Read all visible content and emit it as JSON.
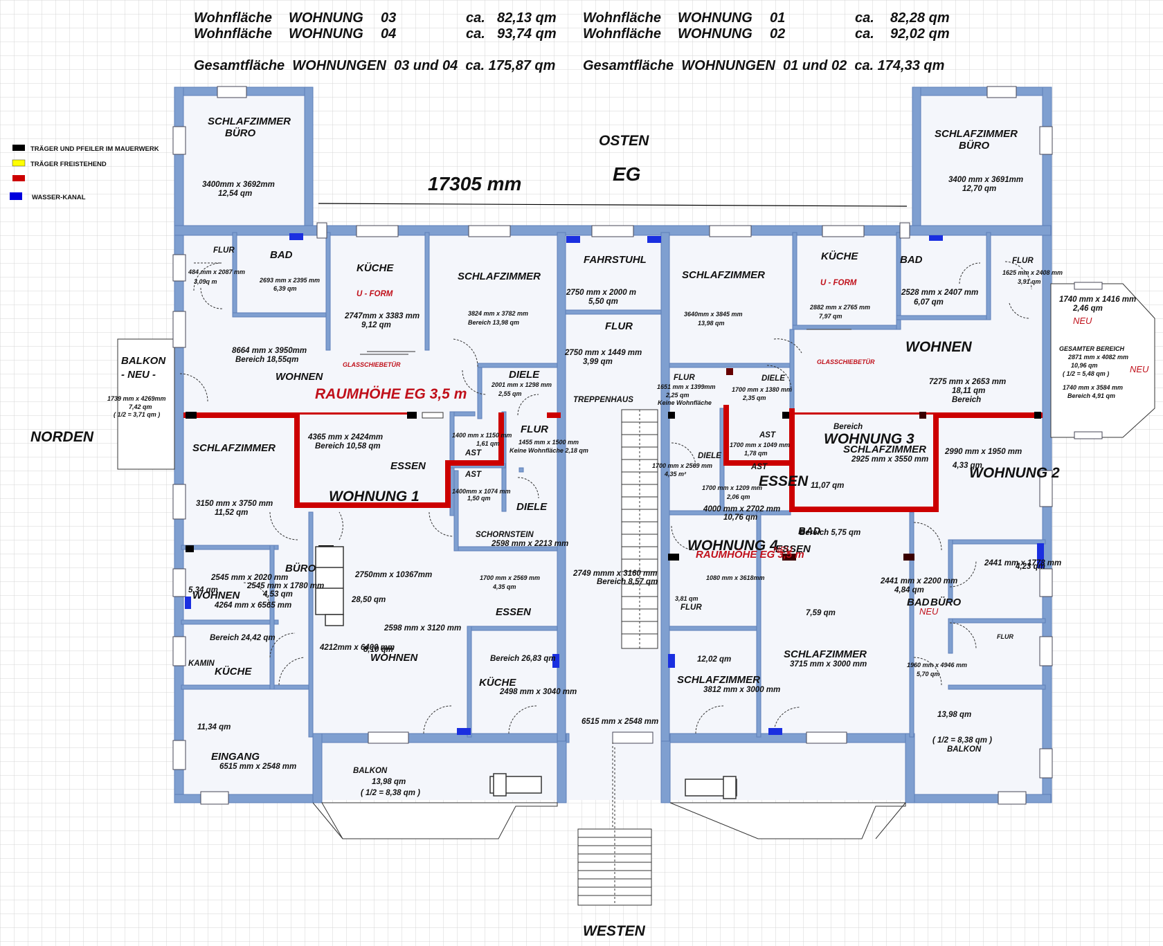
{
  "header": {
    "row1_left": [
      "Wohnfläche",
      "WOHNUNG",
      "03",
      "ca.",
      "82,13 qm"
    ],
    "row2_left": [
      "Wohnfläche",
      "WOHNUNG",
      "04",
      "ca.",
      "93,74 qm"
    ],
    "row1_right": [
      "Wohnfläche",
      "WOHNUNG",
      "01",
      "ca.",
      "82,28 qm"
    ],
    "row2_right": [
      "Wohnfläche",
      "WOHNUNG",
      "02",
      "ca.",
      "92,02 qm"
    ],
    "total_left": "Gesamtfläche  WOHNUNGEN  03 und 04  ca. 175,87 qm",
    "total_right": "Gesamtfläche  WOHNUNGEN  01 und 02  ca. 174,33 qm"
  },
  "compass": {
    "east": "OSTEN",
    "west": "WESTEN",
    "north": "NORDEN",
    "floor": "EG",
    "width": "17305 mm"
  },
  "legend": [
    {
      "label": "TRÄGER UND PFEILER IM MAUERWERK",
      "color": "#000000"
    },
    {
      "label": "TRÄGER FREISTEHEND",
      "color": "#ffff00"
    },
    {
      "label": "",
      "color": "#cc0000"
    },
    {
      "label": "WASSER-KANAL",
      "color": "#0000dd"
    }
  ],
  "colors": {
    "wall": "#7f9fd0",
    "beam_red": "#cc0000",
    "water": "#1a2fe0",
    "grid": "#d6d6d6"
  },
  "labels": [
    {
      "t": "SCHLAFZIMMER",
      "c": "room"
    },
    {
      "t": "BÜRO",
      "c": "room"
    },
    {
      "t": "3400mm x 3692mm",
      "c": "dim"
    },
    {
      "t": "12,54 qm",
      "c": "dim"
    },
    {
      "t": "SCHLAFZIMMER",
      "c": "room"
    },
    {
      "t": "BÜRO",
      "c": "room"
    },
    {
      "t": "3400 mm x 3691mm",
      "c": "dim"
    },
    {
      "t": "12,70 qm",
      "c": "dim"
    },
    {
      "t": "FLUR",
      "c": "dim"
    },
    {
      "t": "484 mm x 2087 mm",
      "c": "dimsm"
    },
    {
      "t": "3,09q m",
      "c": "dimsm"
    },
    {
      "t": "BAD",
      "c": "room"
    },
    {
      "t": "2693 mm x 2395 mm",
      "c": "dimsm"
    },
    {
      "t": "6,39 qm",
      "c": "dimsm"
    },
    {
      "t": "KÜCHE",
      "c": "room"
    },
    {
      "t": "U - FORM",
      "c": "dimred"
    },
    {
      "t": "2747mm x 3383 mm",
      "c": "dim"
    },
    {
      "t": "9,12 qm",
      "c": "dim"
    },
    {
      "t": "SCHLAFZIMMER",
      "c": "room"
    },
    {
      "t": "3824 mm x 3782 mm",
      "c": "dimsm"
    },
    {
      "t": "Bereich 13,98 qm",
      "c": "dimsm"
    },
    {
      "t": "FAHRSTUHL",
      "c": "room"
    },
    {
      "t": "2750 mm x 2000 m",
      "c": "dim"
    },
    {
      "t": "5,50 qm",
      "c": "dim"
    },
    {
      "t": "FLUR",
      "c": "room"
    },
    {
      "t": "2750 mm x 1449 mm",
      "c": "dim"
    },
    {
      "t": "3,99 qm",
      "c": "dim"
    },
    {
      "t": "SCHLAFZIMMER",
      "c": "room"
    },
    {
      "t": "3640mm x 3845 mm",
      "c": "dimsm"
    },
    {
      "t": "13,98 qm",
      "c": "dimsm"
    },
    {
      "t": "KÜCHE",
      "c": "room"
    },
    {
      "t": "U - FORM",
      "c": "dimred"
    },
    {
      "t": "2882 mm x 2765 mm",
      "c": "dimsm"
    },
    {
      "t": "7,97 qm",
      "c": "dimsm"
    },
    {
      "t": "BAD",
      "c": "room"
    },
    {
      "t": "2528 mm x 2407 mm",
      "c": "dim"
    },
    {
      "t": "6,07 qm",
      "c": "dim"
    },
    {
      "t": "FLUR",
      "c": "dim"
    },
    {
      "t": "1625 mm x 2408 mm",
      "c": "dimsm"
    },
    {
      "t": "3,91 qm",
      "c": "dimsm"
    },
    {
      "t": "1740 mm x 1416 mm",
      "c": "dim"
    },
    {
      "t": "2,46 qm",
      "c": "dim"
    },
    {
      "t": "NEU",
      "c": "neu"
    },
    {
      "t": "GESAMTER BEREICH",
      "c": "dimsm"
    },
    {
      "t": "2871 mm x 4082 mm",
      "c": "dimsm"
    },
    {
      "t": "10,96 qm",
      "c": "dimsm"
    },
    {
      "t": "( 1/2 =  5,48 qm )",
      "c": "dimsm"
    },
    {
      "t": "NEU",
      "c": "neu"
    },
    {
      "t": "1740 mm x 3584 mm",
      "c": "dimsm"
    },
    {
      "t": "Bereich 4,91 qm",
      "c": "dimsm"
    },
    {
      "t": "BALKON",
      "c": "room"
    },
    {
      "t": "- NEU -",
      "c": "room"
    },
    {
      "t": "1739 mm x 4269mm",
      "c": "dimsm"
    },
    {
      "t": "7,42 qm",
      "c": "dimsm"
    },
    {
      "t": "( 1/2 = 3,71 qm )",
      "c": "dimsm"
    },
    {
      "t": "8664 mm x 3950mm",
      "c": "dim"
    },
    {
      "t": "Bereich 18,55qm",
      "c": "dim"
    },
    {
      "t": "WOHNEN",
      "c": "room"
    },
    {
      "t": "GLASSCHIEBETÜR",
      "c": "dimsmred"
    },
    {
      "t": "RAUMHÖHE  EG  3,5 m",
      "c": "big red"
    },
    {
      "t": "DIELE",
      "c": "room"
    },
    {
      "t": "2001 mm x 1298 mm",
      "c": "dimsm"
    },
    {
      "t": "2,55 qm",
      "c": "dimsm"
    },
    {
      "t": "TREPPENHAUS",
      "c": "dim"
    },
    {
      "t": "FLUR",
      "c": "dim"
    },
    {
      "t": "1651 mm x 1399mm",
      "c": "dimsm"
    },
    {
      "t": "2,25 qm",
      "c": "dimsm"
    },
    {
      "t": "Keine Wohnfläche",
      "c": "dimsm"
    },
    {
      "t": "DIELE",
      "c": "dim"
    },
    {
      "t": "1700 mm x 1380 mm",
      "c": "dimsm"
    },
    {
      "t": "2,35 qm",
      "c": "dimsm"
    },
    {
      "t": "GLASSCHIEBETÜR",
      "c": "dimsmred"
    },
    {
      "t": "WOHNEN",
      "c": "big"
    },
    {
      "t": "7275 mm x 2653 mm",
      "c": "dim"
    },
    {
      "t": "18,11 qm",
      "c": "dim"
    },
    {
      "t": "Bereich",
      "c": "dim"
    },
    {
      "t": "SCHLAFZIMMER",
      "c": "room"
    },
    {
      "t": "4365 mm x 2424mm",
      "c": "dim"
    },
    {
      "t": "Bereich 10,58 qm",
      "c": "dim"
    },
    {
      "t": "ESSEN",
      "c": "room"
    },
    {
      "t": "WOHNUNG  1",
      "c": "big"
    },
    {
      "t": "1400 mm x 1150 mm",
      "c": "dimsm"
    },
    {
      "t": "1,61 qm",
      "c": "dimsm"
    },
    {
      "t": "AST",
      "c": "dim"
    },
    {
      "t": "AST",
      "c": "dim"
    },
    {
      "t": "1400mm x 1074 mm",
      "c": "dimsm"
    },
    {
      "t": "1,50 qm",
      "c": "dimsm"
    },
    {
      "t": "FLUR",
      "c": "room"
    },
    {
      "t": "1455 mm x 1500 mm",
      "c": "dimsm"
    },
    {
      "t": "Keine Wohnfläche 2,18 qm",
      "c": "dimsm"
    },
    {
      "t": "DIELE",
      "c": "room"
    },
    {
      "t": "3150 mm x 3750 mm",
      "c": "dim"
    },
    {
      "t": "11,52 qm",
      "c": "dim"
    },
    {
      "t": "DIELE",
      "c": "dim"
    },
    {
      "t": "1700 mm x 2569 mm",
      "c": "dimsm"
    },
    {
      "t": "4,35 m²",
      "c": "dimsm"
    },
    {
      "t": "AST",
      "c": "dim"
    },
    {
      "t": "1700 mm x 1049 mm",
      "c": "dimsm"
    },
    {
      "t": "1,78 qm",
      "c": "dimsm"
    },
    {
      "t": "AST",
      "c": "dim"
    },
    {
      "t": "1700 mm x 1209 mm",
      "c": "dimsm"
    },
    {
      "t": "2,06 qm",
      "c": "dimsm"
    },
    {
      "t": "ESSEN",
      "c": "big"
    },
    {
      "t": "4000 mm x 2702 mm",
      "c": "dim"
    },
    {
      "t": "10,76 qm",
      "c": "dim"
    },
    {
      "t": "Bereich",
      "c": "dim"
    },
    {
      "t": "WOHNUNG  3",
      "c": "big"
    },
    {
      "t": "SCHLAFZIMMER",
      "c": "room"
    },
    {
      "t": "2925 mm x 3550 mm",
      "c": "dim"
    },
    {
      "t": "11,07 qm",
      "c": "dim"
    },
    {
      "t": "2990 mm x 1950 mm",
      "c": "dim"
    },
    {
      "t": "4,33 qm",
      "c": "dim"
    },
    {
      "t": "WOHNUNG  2",
      "c": "big"
    },
    {
      "t": "SCHORNSTEIN",
      "c": "dim"
    },
    {
      "t": "2598 mm x 2213 mm",
      "c": "dim"
    },
    {
      "t": "Bereich 5,75 qm",
      "c": "dim"
    },
    {
      "t": "ESSEN",
      "c": "room"
    },
    {
      "t": "2750mm x 10367mm",
      "c": "dim"
    },
    {
      "t": "28,50 qm",
      "c": "dim"
    },
    {
      "t": "1700 mm x 2569 mm",
      "c": "dimsm"
    },
    {
      "t": "4,35 qm",
      "c": "dimsm"
    },
    {
      "t": "ESSEN",
      "c": "room"
    },
    {
      "t": "2749 mmm x 3160 mm",
      "c": "dim"
    },
    {
      "t": "Bereich 8,57 qm",
      "c": "dim"
    },
    {
      "t": "WOHNUNG  4",
      "c": "big"
    },
    {
      "t": "RAUMHÖHE  EG  3,5 m",
      "c": "roomred"
    },
    {
      "t": "1080 mm x 3618mm",
      "c": "dimsm"
    },
    {
      "t": "3,81 qm",
      "c": "dimsm"
    },
    {
      "t": "FLUR",
      "c": "dim"
    },
    {
      "t": "BAD",
      "c": "room"
    },
    {
      "t": "NEU",
      "c": "neu"
    },
    {
      "t": "2441 mm x 2200 mm",
      "c": "dim"
    },
    {
      "t": "4,84 qm",
      "c": "dim"
    },
    {
      "t": "BÜRO",
      "c": "room"
    },
    {
      "t": "2441 mm x 1778 mm",
      "c": "dim"
    },
    {
      "t": "4,23 qm",
      "c": "dim"
    },
    {
      "t": "BAD",
      "c": "room"
    },
    {
      "t": "NEU",
      "c": "neu"
    },
    {
      "t": "FLUR",
      "c": "dimsm"
    },
    {
      "t": "1960 mm x 4946 mm",
      "c": "dimsm"
    },
    {
      "t": "5,70 qm",
      "c": "dimsm"
    },
    {
      "t": "2545 mm x 2020 mm",
      "c": "dim"
    },
    {
      "t": "5,34 qm",
      "c": "dim"
    },
    {
      "t": "BÜRO",
      "c": "room"
    },
    {
      "t": "2545 mm x 1780 mm",
      "c": "dim"
    },
    {
      "t": "4,53 qm",
      "c": "dim"
    },
    {
      "t": "WOHNEN",
      "c": "room"
    },
    {
      "t": "4264 mm x 6565 mm",
      "c": "dim"
    },
    {
      "t": "Bereich 24,42 qm",
      "c": "dim"
    },
    {
      "t": "KAMIN",
      "c": "dim"
    },
    {
      "t": "KÜCHE",
      "c": "room"
    },
    {
      "t": "2598 mm x 3120 mm",
      "c": "dim"
    },
    {
      "t": "8,10 qm",
      "c": "dim"
    },
    {
      "t": "WOHNEN",
      "c": "room"
    },
    {
      "t": "4212mm x 6400 mm",
      "c": "dim"
    },
    {
      "t": "Bereich 26,83 qm",
      "c": "dim"
    },
    {
      "t": "KÜCHE",
      "c": "room"
    },
    {
      "t": "2498 mm x 3040 mm",
      "c": "dim"
    },
    {
      "t": "7,59 qm",
      "c": "dim"
    },
    {
      "t": "SCHLAFZIMMER",
      "c": "room"
    },
    {
      "t": "3715 mm x 3000 mm",
      "c": "dim"
    },
    {
      "t": "12,02 qm",
      "c": "dim"
    },
    {
      "t": "SCHLAFZIMMER",
      "c": "room"
    },
    {
      "t": "3812 mm x 3000 mm",
      "c": "dim"
    },
    {
      "t": "11,34 qm",
      "c": "dim"
    },
    {
      "t": "EINGANG",
      "c": "room"
    },
    {
      "t": "6515 mm x 2548 mm",
      "c": "dim"
    },
    {
      "t": "13,98 qm",
      "c": "dim"
    },
    {
      "t": "( 1/2 = 8,38 qm )",
      "c": "dim"
    },
    {
      "t": "BALKON",
      "c": "dim"
    },
    {
      "t": "6515 mm x 2548 mm",
      "c": "dim"
    },
    {
      "t": "BALKON",
      "c": "dim"
    },
    {
      "t": "13,98 qm",
      "c": "dim"
    },
    {
      "t": "( 1/2 = 8,38 qm )",
      "c": "dim"
    }
  ]
}
